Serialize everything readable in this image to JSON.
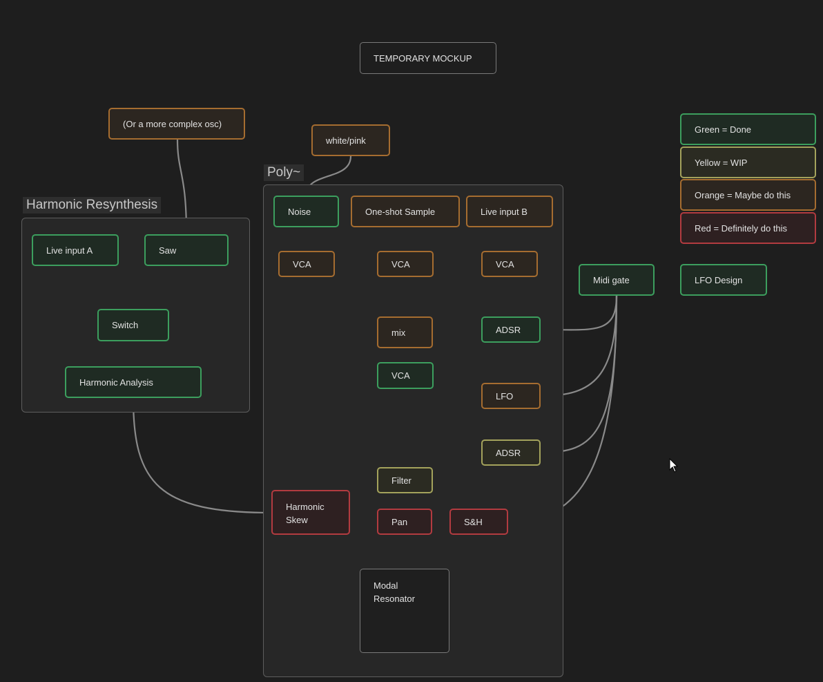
{
  "colors": {
    "green": "#3c9f5e",
    "yellow": "#a4a35c",
    "orange": "#a66d30",
    "red": "#b33b40",
    "wire_grey": "#8a8a8a",
    "wire_orange": "#e7993a",
    "wire_red": "#e5484d"
  },
  "title_box": "TEMPORARY MOCKUP",
  "groups": {
    "harmonic_resynthesis": "Harmonic Resynthesis",
    "poly": "Poly~"
  },
  "legend": {
    "green": "Green = Done",
    "yellow": "Yellow = WIP",
    "orange": "Orange = Maybe do this",
    "red": "Red = Definitely do this"
  },
  "nodes": {
    "complex_osc": "(Or a more complex osc)",
    "white_pink": "white/pink",
    "live_input_a": "Live input A",
    "saw": "Saw",
    "switch": "Switch",
    "harmonic_analysis": "Harmonic Analysis",
    "noise": "Noise",
    "one_shot_sample": "One-shot Sample",
    "live_input_b": "Live input B",
    "vca_1": "VCA",
    "vca_2": "VCA",
    "vca_3": "VCA",
    "mix": "mix",
    "vca_main": "VCA",
    "adsr_1": "ADSR",
    "lfo": "LFO",
    "adsr_2": "ADSR",
    "filter": "Filter",
    "harmonic_skew": "Harmonic Skew",
    "pan": "Pan",
    "sample_hold": "S&H",
    "modal_resonator": "Modal Resonator",
    "midi_gate": "Midi gate",
    "lfo_design": "LFO Design"
  },
  "cursor_icon": "mouse-pointer-icon"
}
